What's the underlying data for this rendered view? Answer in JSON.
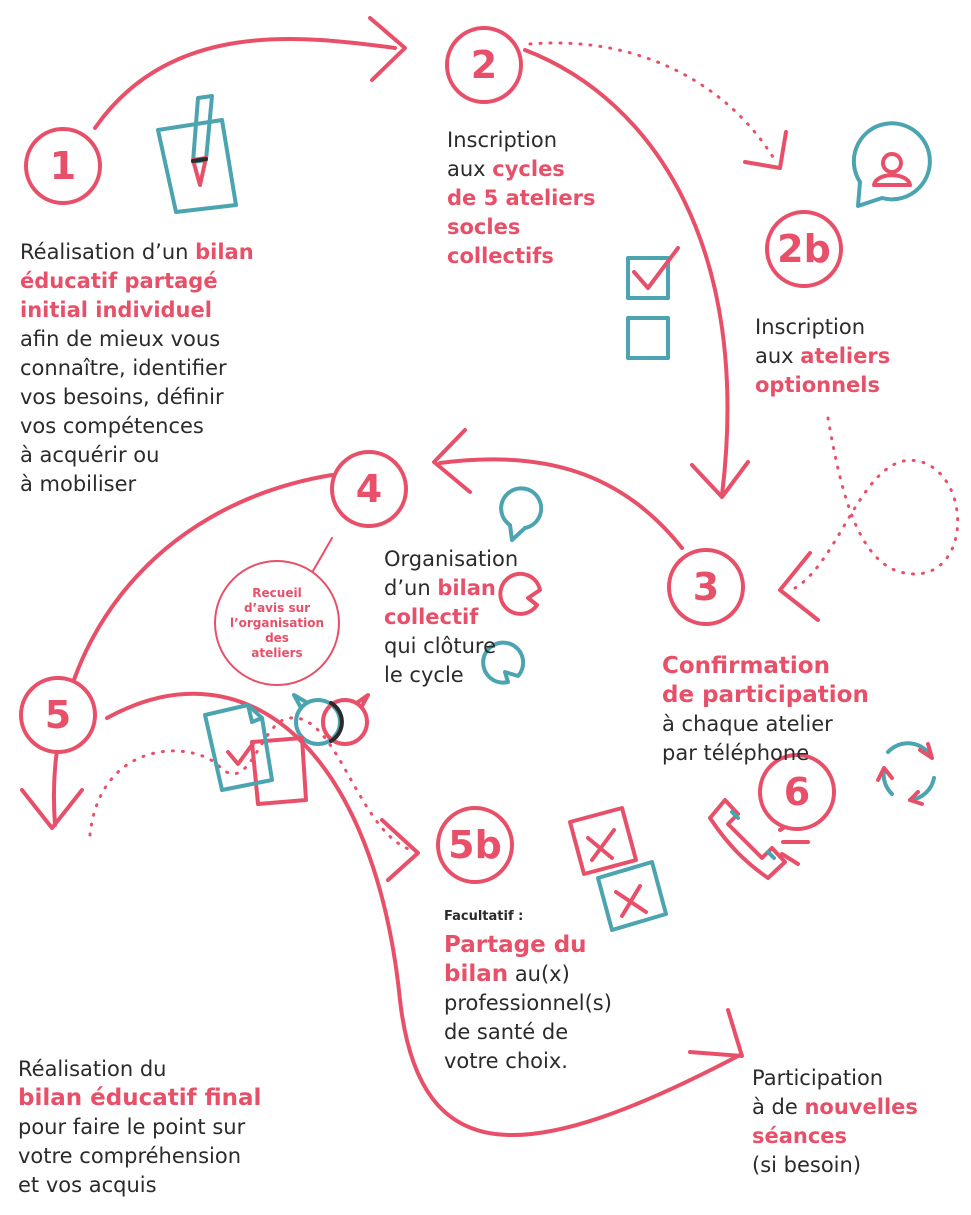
{
  "steps": {
    "s1": {
      "number": "1",
      "intro": "Réalisation d’un ",
      "hl1": "bilan",
      "hl2": "éducatif partagé",
      "hl3": "initial individuel",
      "l1": "afin de mieux vous",
      "l2": "connaître, identifier",
      "l3": "vos besoins, définir",
      "l4": "vos compétences",
      "l5": "à acquérir ou",
      "l6": "à mobiliser"
    },
    "s2": {
      "number": "2",
      "l1": "Inscription",
      "aux": "aux ",
      "hl1": "cycles",
      "hl2": "de 5 ateliers",
      "hl3": "socles",
      "hl4": "collectifs"
    },
    "s2b": {
      "number": "2b",
      "l1": "Inscription",
      "aux": "aux ",
      "hl1": "ateliers",
      "hl2": "optionnels"
    },
    "s3": {
      "number": "3",
      "hl1": "Confirmation",
      "hl2": "de participation",
      "l1": "à chaque atelier",
      "l2": "par téléphone"
    },
    "s4": {
      "number": "4",
      "l1": "Organisation",
      "dun": "d’un ",
      "hl1": "bilan",
      "hl2": "collectif",
      "l2": "qui clôture",
      "l3": "le cycle",
      "recueil": [
        "Recueil",
        "d’avis sur",
        "l’organisation",
        "des",
        "ateliers"
      ]
    },
    "s5": {
      "number": "5",
      "l1": "Réalisation du",
      "hl1": "bilan éducatif final",
      "l2": "pour faire le point sur",
      "l3": "votre compréhension",
      "l4": "et vos acquis"
    },
    "s5b": {
      "number": "5b",
      "optional": "Facultatif :",
      "hl1": "Partage du",
      "hl2": "bilan",
      "rest": " au(x)",
      "l1": "professionnel(s)",
      "l2": "de santé de",
      "l3": "votre choix."
    },
    "s6": {
      "number": "6",
      "l1": "Participation",
      "ade": "à de ",
      "hl1": "nouvelles",
      "hl2": "séances",
      "l2": "(si besoin)"
    }
  },
  "colors": {
    "accent": "#e8506a",
    "teal": "#4ba4b0",
    "text": "#2b2b2b"
  },
  "icons": [
    "pencil-paper-icon",
    "checkbox-list-icon",
    "person-speech-bubble-icon",
    "speech-bubbles-icon",
    "telephone-icon",
    "envelopes-icon",
    "document-check-icon",
    "refresh-cycle-icon"
  ]
}
